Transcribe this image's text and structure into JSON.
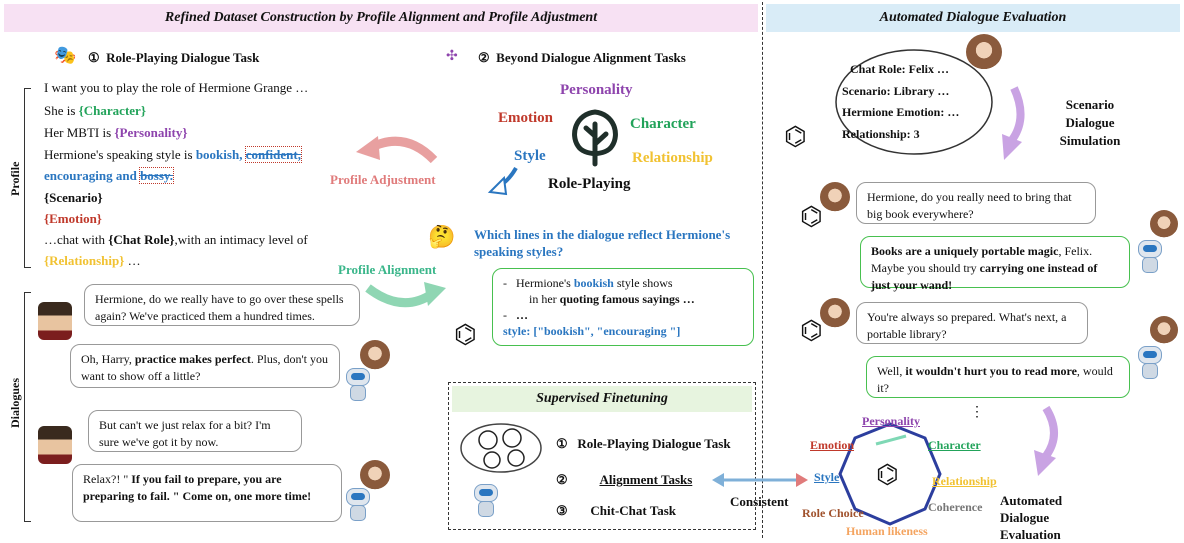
{
  "headers": {
    "left": "Refined Dataset Construction by Profile Alignment and Profile Adjustment",
    "right": "Automated Dialogue Evaluation"
  },
  "task1": {
    "num": "①",
    "title": "Role-Playing Dialogue Task"
  },
  "task2": {
    "num": "②",
    "title": "Beyond Dialogue Alignment Tasks"
  },
  "side_labels": {
    "profile": "Profile",
    "dialogues": "Dialogues"
  },
  "profile": {
    "line1": "I want you to play the role of Hermione Grange …",
    "line2_pre": "She is ",
    "line2_tag": "{Character}",
    "line3_pre": "Her MBTI is ",
    "line3_tag": "{Personality}",
    "line4_pre": "Hermione's speaking style is ",
    "line4_w1": "bookish",
    "line4_sep": ", ",
    "line4_w2": "confident,",
    "line5_w1": "encouraging and ",
    "line5_w2": "bossy.",
    "line6": "{Scenario}",
    "line7": "{Emotion}",
    "line8_pre": "…chat with ",
    "line8_tag": "{Chat Role}",
    "line8_post": ",with an intimacy level of",
    "line9_tag": "{Relationship}",
    "line9_post": " …"
  },
  "labels": {
    "adjustment": "Profile Adjustment",
    "alignment": "Profile Alignment"
  },
  "dims": {
    "personality": "Personality",
    "emotion": "Emotion",
    "character": "Character",
    "style": "Style",
    "relationship": "Relationship",
    "roleplaying": "Role-Playing"
  },
  "question": "Which lines in the dialogue reflect Hermione's speaking styles?",
  "answer": {
    "dash1": "-",
    "a1_pre": "Hermione's ",
    "a1_w": "bookish",
    "a1_post": " style shows",
    "a2_pre": "in her ",
    "a2_b": "quoting famous sayings …",
    "dash2": "-",
    "a3": "…",
    "style": "style: [\"bookish\", \"encouraging \"]"
  },
  "dialogues": {
    "d1": "Hermione, do we really have to go over these spells again? We've practiced them a hundred times.",
    "d2_pre": "Oh, Harry, ",
    "d2_b": "practice makes perfect",
    "d2_post": ". Plus, don't you want to show off a little?",
    "d3": "But can't we just relax for a bit? I'm sure we've got it by now.",
    "d4_pre": "Relax?! \" ",
    "d4_b": "If you fail to prepare, you are preparing to fail. \" Come on, one more time!"
  },
  "sft": {
    "title": "Supervised Finetuning",
    "t1_num": "①",
    "t1": "Role-Playing Dialogue Task",
    "t2_num": "②",
    "t2": "Alignment Tasks",
    "t3_num": "③",
    "t3": "Chit-Chat Task"
  },
  "consistent": "Consistent",
  "scenario_cloud": {
    "role": "Chat Role: Felix …",
    "scenario": "Scenario: Library …",
    "emotion": "Hermione Emotion: …",
    "relationship": "Relationship: 3"
  },
  "sim_label": "Scenario Dialogue Simulation",
  "eval_dialogues": {
    "e1": "Hermione, do you really need to bring that big book everywhere?",
    "e2_b1": "Books are a uniquely portable magic",
    "e2_mid": ", Felix. Maybe you should try ",
    "e2_b2": "carrying one instead of just your wand!",
    "e3": "You're always so prepared. What's next, a portable library?",
    "e4_pre": "Well, ",
    "e4_b": "it wouldn't hurt you to read more",
    "e4_post": ", would it?",
    "ellipsis": "⋮"
  },
  "radar": {
    "personality": "Personality",
    "emotion": "Emotion",
    "character": "Character",
    "style": "Style",
    "relationship": "Relationship",
    "role_choice": "Role Choice",
    "coherence": "Coherence",
    "human_likeness": "Human likeness"
  },
  "eval_label": "Automated Dialogue Evaluation",
  "colors": {
    "pink_header": "#f7e1f3",
    "blue_header": "#d9ecf7",
    "green_header": "#e7f4df",
    "green": "#22a35a",
    "purple": "#8e44ad",
    "blue": "#2a76c0",
    "red": "#c0392b",
    "yellow": "#f1c232",
    "brown": "#a0522d",
    "orange": "#f4a460",
    "navy": "#2c3e9e"
  }
}
